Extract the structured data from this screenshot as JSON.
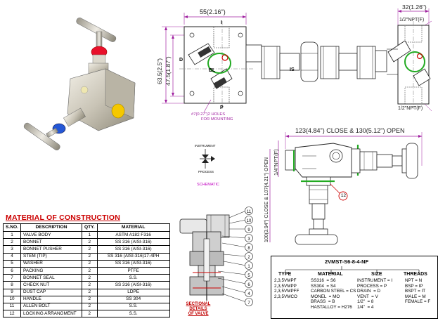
{
  "dimensions": {
    "width_top": "55(2.16\")",
    "height_outer": "63.5(2.5\")",
    "height_inner": "47.5(1.87\")",
    "side_width": "32(1.26\")",
    "npt_top": "1/2\"NPT(F)",
    "npt_bottom": "1/2\"NPT(F)",
    "mounting_holes_line1": "#7(0.27\")2 HOLES",
    "mounting_holes_line2": "FOR MOUNTING",
    "overall_length": "123(4.84\") CLOSE & 130(5.12\") OPEN",
    "npt_left": "1/4\"NPT(F)",
    "height_close_open": "100(3.94\") CLOSE & 107(4.21\") OPEN"
  },
  "port_labels": {
    "instrument": "I",
    "drain": "D",
    "bleed": "BL",
    "process": "P",
    "isolation": "IS"
  },
  "schematic": {
    "instrument_label": "INSTRUMENT",
    "process_label": "PROCESS",
    "caption": "SCHEMATIC"
  },
  "balloon_top": "12",
  "section": {
    "caption_line1": "SECTIONAL DETAILS",
    "caption_line2": "OF VALVE",
    "balloons": [
      "11",
      "10",
      "9",
      "3",
      "8",
      "2",
      "1",
      "5",
      "6",
      "4",
      "7"
    ]
  },
  "material": {
    "title": "MATERIAL OF CONSTRUCTION",
    "headers": [
      "S.NO.",
      "DESCRIPTION",
      "QTY.",
      "MATERIAL"
    ],
    "rows": [
      [
        "1",
        "VALVE BODY",
        "1",
        "ASTM A182 F316"
      ],
      [
        "2",
        "BONNET",
        "2",
        "SS 316 (AISI-316)"
      ],
      [
        "3",
        "BONNET PUSHER",
        "2",
        "SS 316 (AISI-316)"
      ],
      [
        "4",
        "STEM (TIP)",
        "2",
        "SS 316 (AISI-316)17-4PH"
      ],
      [
        "5",
        "WASHER",
        "2",
        "SS 316 (AISI-316)"
      ],
      [
        "6",
        "PACKING",
        "2",
        "PTFE"
      ],
      [
        "7",
        "BONNET SEAL",
        "2",
        "S.S."
      ],
      [
        "8",
        "CHECK NUT",
        "2",
        "SS 316 (AISI-316)"
      ],
      [
        "9",
        "DUST CAP",
        "2",
        "LDPE"
      ],
      [
        "10",
        "HANDLE",
        "2",
        "SS 304"
      ],
      [
        "11",
        "ALLEN BOLT",
        "2",
        "S.S."
      ],
      [
        "12",
        "LOCKING ARRANGMENT",
        "2",
        "S.S."
      ]
    ]
  },
  "order_code": {
    "code": "2VMST-S6-8-4-NF",
    "type_head": "TYPE",
    "type_lines": "2,3,5VMPF\n2,3,5VMPP\n2,3,5VMPFF\n2,3,5VMCO",
    "material_head": "MATERIAL",
    "material_lines": "SS316  = S6\nSS304  = S4\nCARBON STEEL = CS\nMONEL  = MO\nBRASS  = B\nHASTALLOY = H276",
    "size_head": "SIZE",
    "size_lines": "INSTRUMENT = I\nPROCESS = P\nDRAIN  = D\nVENT  = V\n1/2\"  = 8\n1/4\"  = 4",
    "threads_head": "THREADS",
    "threads_lines": "NPT = N\nBSP = IP\nBSPT = IT\nMALE = M\nFEMALE = F"
  },
  "colors": {
    "dimension": "#a020a0",
    "callout": "#cc0000",
    "seal": "#22aa22",
    "body": "#555555"
  }
}
